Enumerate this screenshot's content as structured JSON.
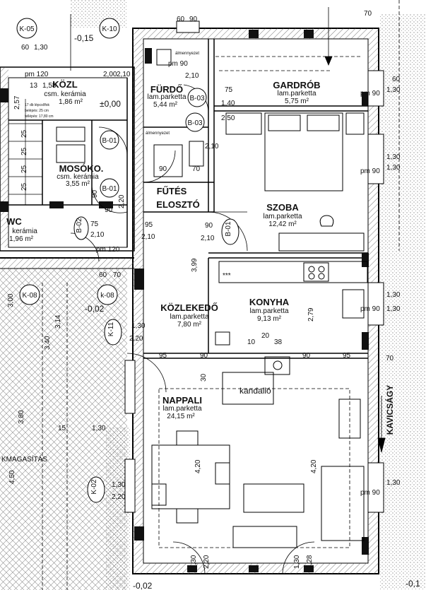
{
  "rooms": {
    "kozl": {
      "name": "KÖZL",
      "floor": "csm. kerámia",
      "area": "1,86 m²"
    },
    "furdo": {
      "name": "FÜRDŐ",
      "floor": "lam.parketta",
      "area": "5,44 m²"
    },
    "gardrob": {
      "name": "GARDRÓB",
      "floor": "lam.parketta",
      "area": "5,75 m²"
    },
    "mosoko": {
      "name": "MOSÓKO.",
      "floor": "csm. kerámia",
      "area": "3,55 m²"
    },
    "futes": {
      "name": "FŰTÉS",
      "name2": "ELOSZTÓ"
    },
    "szoba": {
      "name": "SZOBA",
      "floor": "lam.parketta",
      "area": "12,42 m²"
    },
    "wc": {
      "name": "WC",
      "floor": "kerámia",
      "area": "1,96 m²"
    },
    "kozlekedo": {
      "name": "KÖZLEKEDŐ",
      "floor": "lam.parketta",
      "area": "7,80 m²"
    },
    "konyha": {
      "name": "KONYHA",
      "floor": "lam.parketta",
      "area": "9,13 m²"
    },
    "nappali": {
      "name": "NAPPALI",
      "floor": "lam.parketta",
      "area": "24,15 m²"
    }
  },
  "tags": {
    "k05": "K-05",
    "k10": "K-10",
    "k08a": "K-08",
    "k08b": "k-08",
    "k11": "K-11",
    "k02": "K-02",
    "b01a": "B-01",
    "b01b": "B-01",
    "b01c": "B-01",
    "b03a": "B-03",
    "b03b": "B-03",
    "b02": "B-02"
  },
  "labels": {
    "elev1": "-0,15",
    "elev2": "±0,00",
    "elev3": "-0,02",
    "elev4": "-0,02",
    "elev5": "-0,1",
    "almeny1": "álmennyezet",
    "almeny2": "álmennyezet",
    "kandallo": "kandalló",
    "kavics": "KAVICSÁGY",
    "magasitas": "KMAGASÍTÁS",
    "stars": "***",
    "step1": "17 db lépcsőfok",
    "step2": "belépés: 25 cm",
    "step3": "fellépés: 17,80 cm"
  },
  "dims": {
    "d60a": "60",
    "d90a": "90",
    "d70a": "70",
    "d60top": "60",
    "d130a": "1,30",
    "d210a": "2,10",
    "d200a": "2,00",
    "d210b": "2,10",
    "d90pm": "pm 90",
    "d75": "75",
    "d140": "1,40",
    "d250": "2,50",
    "d210c": "2,10",
    "pm90a": "pm 90",
    "pm90b": "pm 90",
    "pm90c": "pm 90",
    "pm90d": "pm 90",
    "d60r": "60",
    "d130r1": "1,30",
    "d130r2": "1,30",
    "d130r3": "1,30",
    "d130r4": "1,30",
    "d130r5": "1,30",
    "d130r6": "1,30",
    "d90b": "90",
    "d70b": "70",
    "d90c": "90",
    "d75b": "75",
    "d210d": "2,10",
    "d95a": "95",
    "d210e": "2,10",
    "d90d": "90",
    "d210f": "2,10",
    "d120a": "pm 120",
    "d120b": "pm 120",
    "d60b": "60",
    "d70c": "70",
    "d399": "3,99",
    "d279": "2,79",
    "d130k": "1,30",
    "d220k": "2,20",
    "d95b": "95",
    "d90e": "90",
    "d90f": "90",
    "d95c": "95",
    "d30": "30",
    "d20": "20",
    "d10": "10",
    "d38": "38",
    "d70d": "70",
    "d420a": "4,20",
    "d420b": "4,20",
    "d130n": "1,30",
    "d220n": "2,20",
    "d130b": "1,30",
    "d220b": "2,20",
    "d130c": "1,30",
    "d228": "2,28",
    "d15": "15",
    "d130d": "1,30",
    "d380": "3,80",
    "d450": "4,50",
    "d158": "1,58",
    "d13": "13",
    "d257": "2,57",
    "d25a": "25",
    "d25b": "25",
    "d25c": "25",
    "d25d": "25",
    "d314": "3,14",
    "d300": "3,00",
    "d340": "3,40",
    "d90g": "90",
    "d220w": "2,20"
  }
}
